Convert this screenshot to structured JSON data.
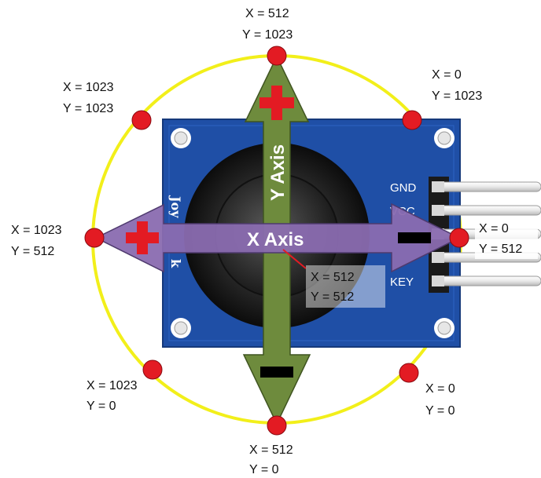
{
  "axes": {
    "x_label": "X Axis",
    "y_label": "Y Axis"
  },
  "pins": [
    "GND",
    "VCC",
    "",
    "",
    "KEY"
  ],
  "board_text": "Joy",
  "board_text_lower": "k",
  "center": {
    "x": "X = 512",
    "y": "Y = 512"
  },
  "positions": {
    "top": {
      "x": "X = 512",
      "y": "Y = 1023"
    },
    "top_left": {
      "x": "X = 1023",
      "y": "Y = 1023"
    },
    "top_right": {
      "x": "X = 0",
      "y": "Y = 1023"
    },
    "left": {
      "x": "X = 1023",
      "y": "Y = 512"
    },
    "right": {
      "x": "X = 0",
      "y": "Y = 512"
    },
    "bottom_left": {
      "x": "X = 1023",
      "y": "Y = 0"
    },
    "bottom_right": {
      "x": "X = 0",
      "y": "Y = 0"
    },
    "bottom": {
      "x": "X = 512",
      "y": "Y = 0"
    }
  },
  "colors": {
    "ring": "#f2ef1a",
    "dot": "#e31b23",
    "board": "#1f4fa6",
    "y_arrow": "#6e8b3d",
    "x_arrow": "#8a6bb0",
    "plus": "#e31b23",
    "minus": "#000000"
  }
}
